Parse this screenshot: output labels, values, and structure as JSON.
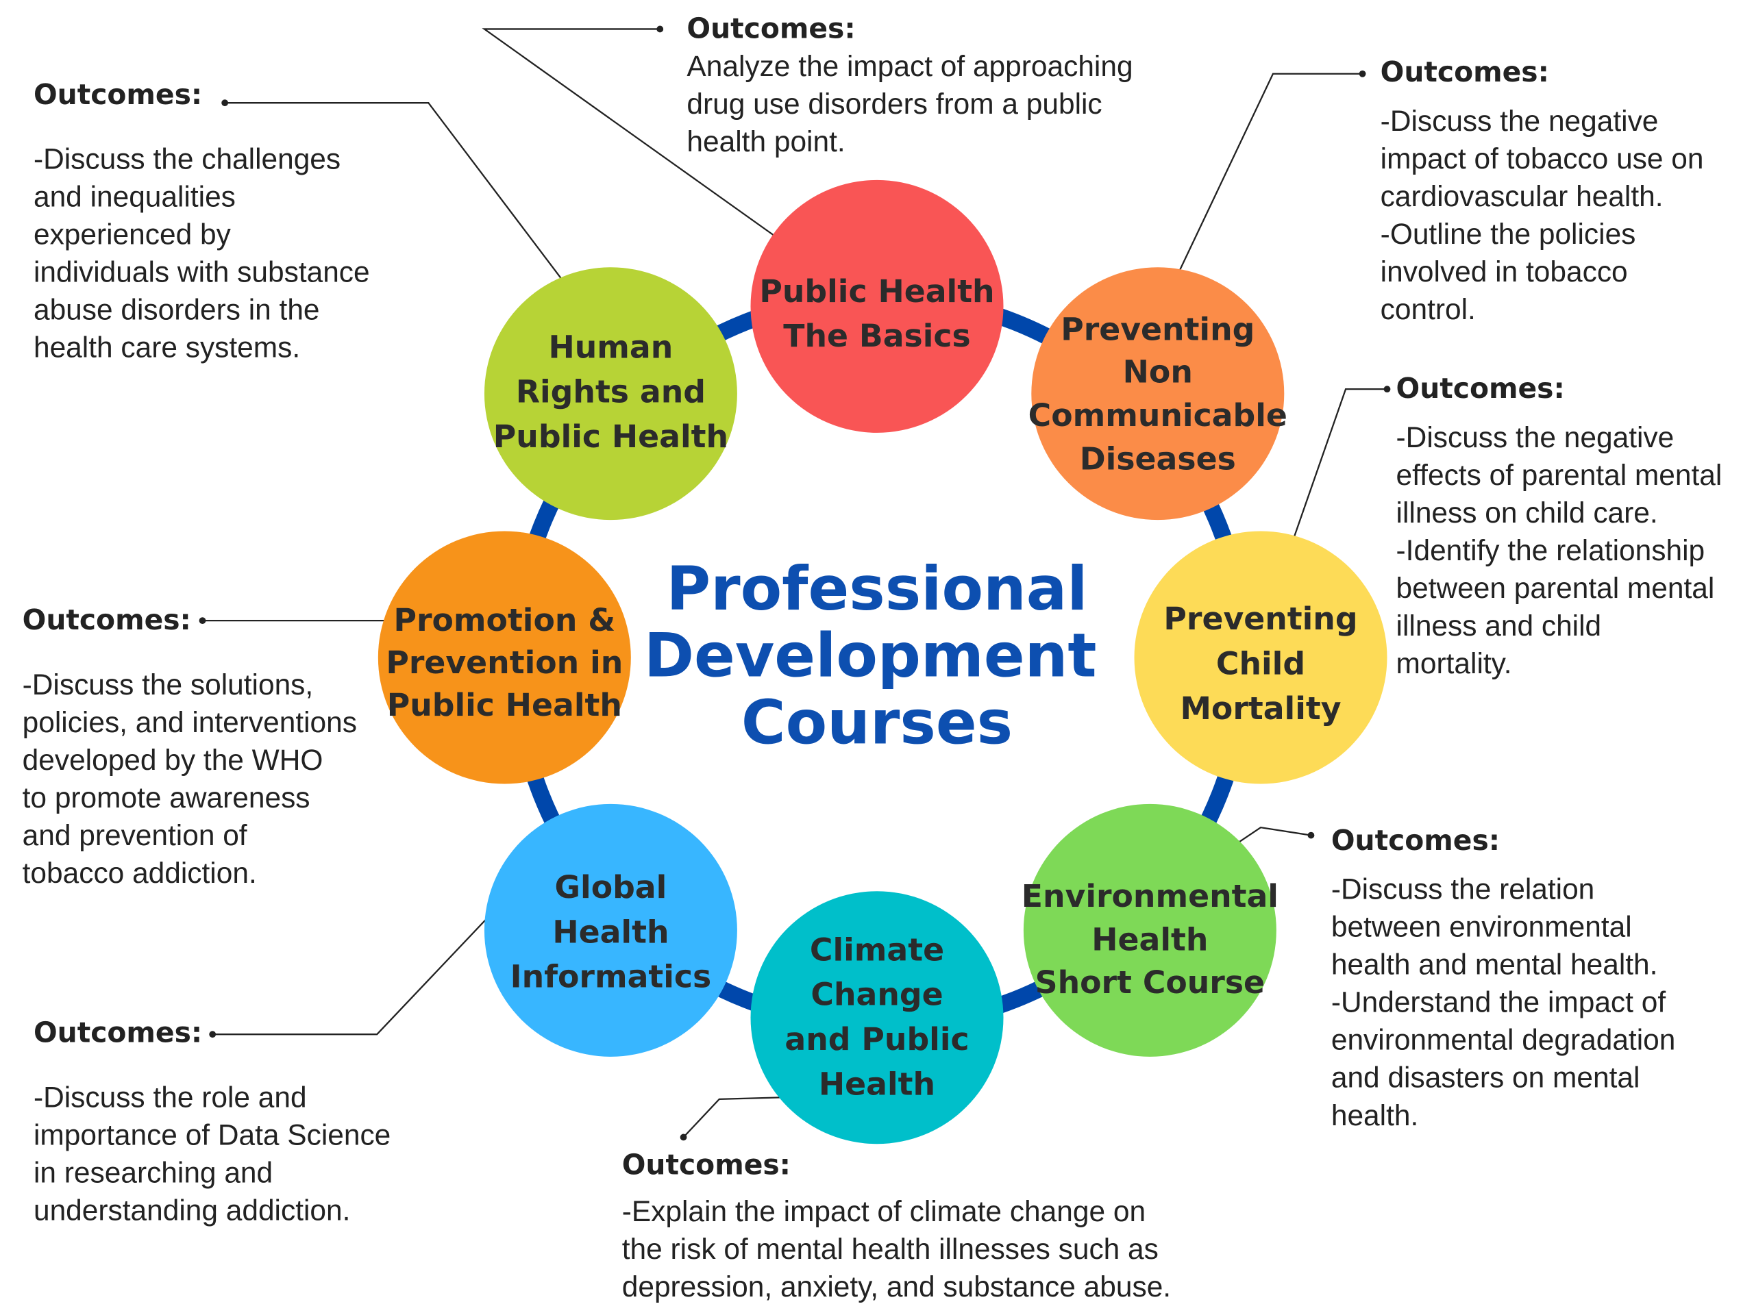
{
  "title": [
    "Professional",
    "Development",
    "Courses"
  ],
  "colors": {
    "ring": "#0047ab",
    "title": "#0d4fb0"
  },
  "courses": [
    {
      "name": [
        "Public Health",
        "The Basics"
      ],
      "color": "#f95555"
    },
    {
      "name": [
        "Preventing",
        "Non",
        "Communicable",
        "Diseases"
      ],
      "color": "#fb8c48"
    },
    {
      "name": [
        "Preventing",
        "Child",
        "Mortality"
      ],
      "color": "#fddb57"
    },
    {
      "name": [
        "Environmental",
        "Health",
        "Short Course"
      ],
      "color": "#7ed957"
    },
    {
      "name": [
        "Climate",
        "Change",
        "and Public",
        "Health"
      ],
      "color": "#00bfca"
    },
    {
      "name": [
        "Global",
        "Health",
        "Informatics"
      ],
      "color": "#38b6ff"
    },
    {
      "name": [
        "Promotion &",
        "Prevention in",
        "Public Health"
      ],
      "color": "#f7931a"
    },
    {
      "name": [
        "Human",
        "Rights and",
        "Public Health"
      ],
      "color": "#b7d336"
    }
  ],
  "outcomes": [
    {
      "heading": "Outcomes:",
      "lines": [
        "Analyze the impact of approaching",
        "drug use disorders from a public",
        "health point."
      ]
    },
    {
      "heading": "Outcomes:",
      "lines": [
        "-Discuss the negative",
        "impact of tobacco use on",
        "cardiovascular health.",
        "-Outline the policies",
        "involved in tobacco",
        "control."
      ]
    },
    {
      "heading": "Outcomes:",
      "lines": [
        "-Discuss the negative",
        "effects of parental mental",
        "illness on child care.",
        "-Identify the relationship",
        "between parental mental",
        "illness and child",
        "mortality."
      ]
    },
    {
      "heading": "Outcomes:",
      "lines": [
        "-Discuss the relation",
        "between environmental",
        "health and mental health.",
        "-Understand the impact of",
        "environmental degradation",
        "and disasters on mental",
        "health."
      ]
    },
    {
      "heading": "Outcomes:",
      "lines": [
        "-Explain the impact of climate change on",
        "the risk of mental health illnesses such as",
        "depression, anxiety, and substance abuse."
      ]
    },
    {
      "heading": "Outcomes:",
      "lines": [
        "-Discuss the role and",
        "importance of Data Science",
        "in researching and",
        "understanding addiction."
      ]
    },
    {
      "heading": "Outcomes:",
      "lines": [
        "-Discuss the solutions,",
        "policies, and interventions",
        "developed by the WHO",
        "to promote awareness",
        "and prevention of",
        "tobacco addiction."
      ]
    },
    {
      "heading": "Outcomes:",
      "lines": [
        "-Discuss the challenges",
        "and inequalities",
        "experienced by",
        "individuals with substance",
        "abuse disorders in the",
        "health care systems."
      ]
    }
  ]
}
